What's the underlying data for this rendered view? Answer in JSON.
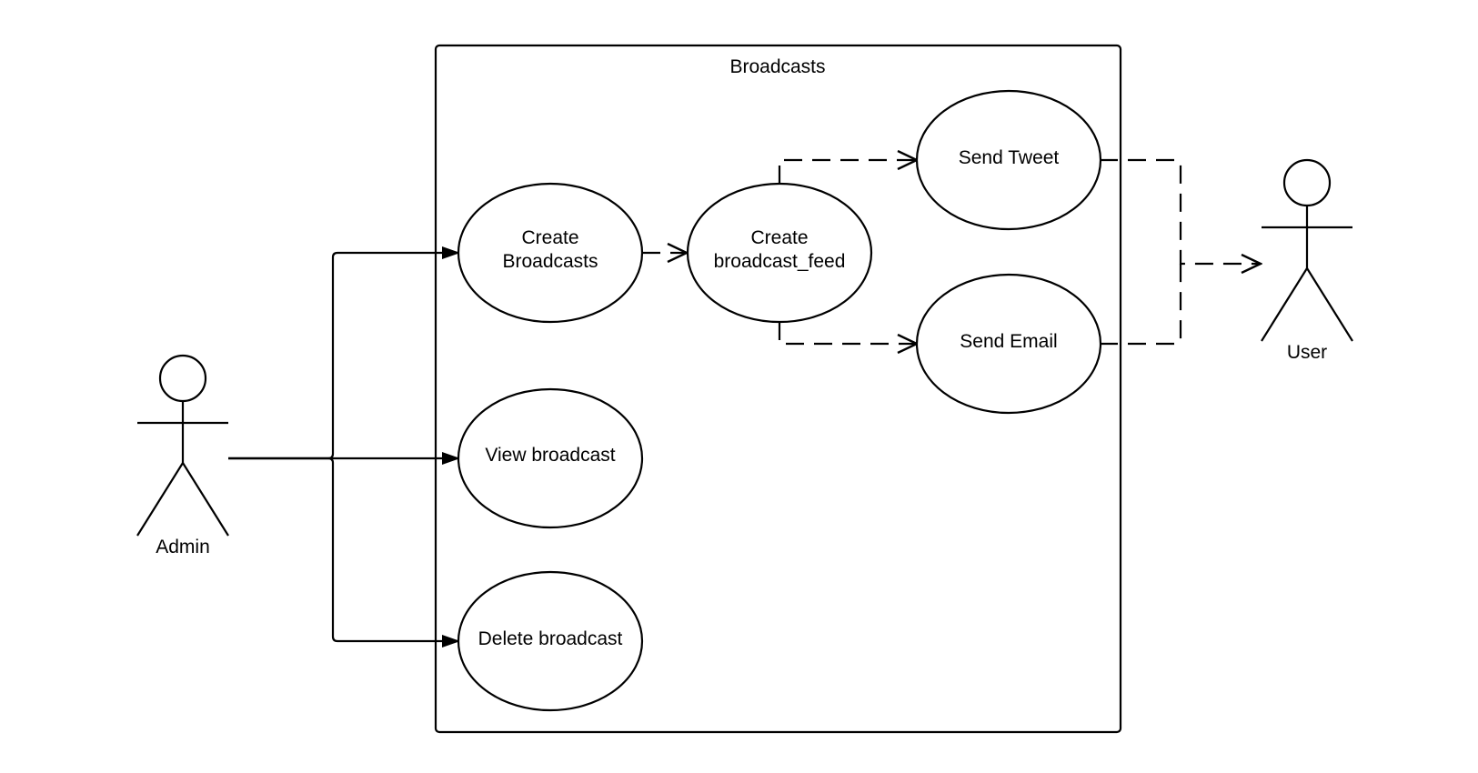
{
  "diagram": {
    "type": "use-case",
    "system_boundary": {
      "title": "Broadcasts"
    },
    "actors": {
      "admin": {
        "name": "Admin"
      },
      "user": {
        "name": "User"
      }
    },
    "use_cases": {
      "create_broadcasts": {
        "line1": "Create",
        "line2": "Broadcasts"
      },
      "create_feed": {
        "line1": "Create",
        "line2": "broadcast_feed"
      },
      "send_tweet": {
        "label": "Send Tweet"
      },
      "send_email": {
        "label": "Send Email"
      },
      "view_broadcast": {
        "label": "View broadcast"
      },
      "delete_broadcast": {
        "label": "Delete broadcast"
      }
    },
    "relationships": [
      {
        "from": "Admin",
        "to": "Create Broadcasts",
        "style": "solid"
      },
      {
        "from": "Admin",
        "to": "View broadcast",
        "style": "solid"
      },
      {
        "from": "Admin",
        "to": "Delete broadcast",
        "style": "solid"
      },
      {
        "from": "Create Broadcasts",
        "to": "Create broadcast_feed",
        "style": "dashed"
      },
      {
        "from": "Create broadcast_feed",
        "to": "Send Tweet",
        "style": "dashed"
      },
      {
        "from": "Create broadcast_feed",
        "to": "Send Email",
        "style": "dashed"
      },
      {
        "from": "Send Tweet",
        "to": "User",
        "style": "dashed"
      },
      {
        "from": "Send Email",
        "to": "User",
        "style": "dashed"
      }
    ]
  }
}
